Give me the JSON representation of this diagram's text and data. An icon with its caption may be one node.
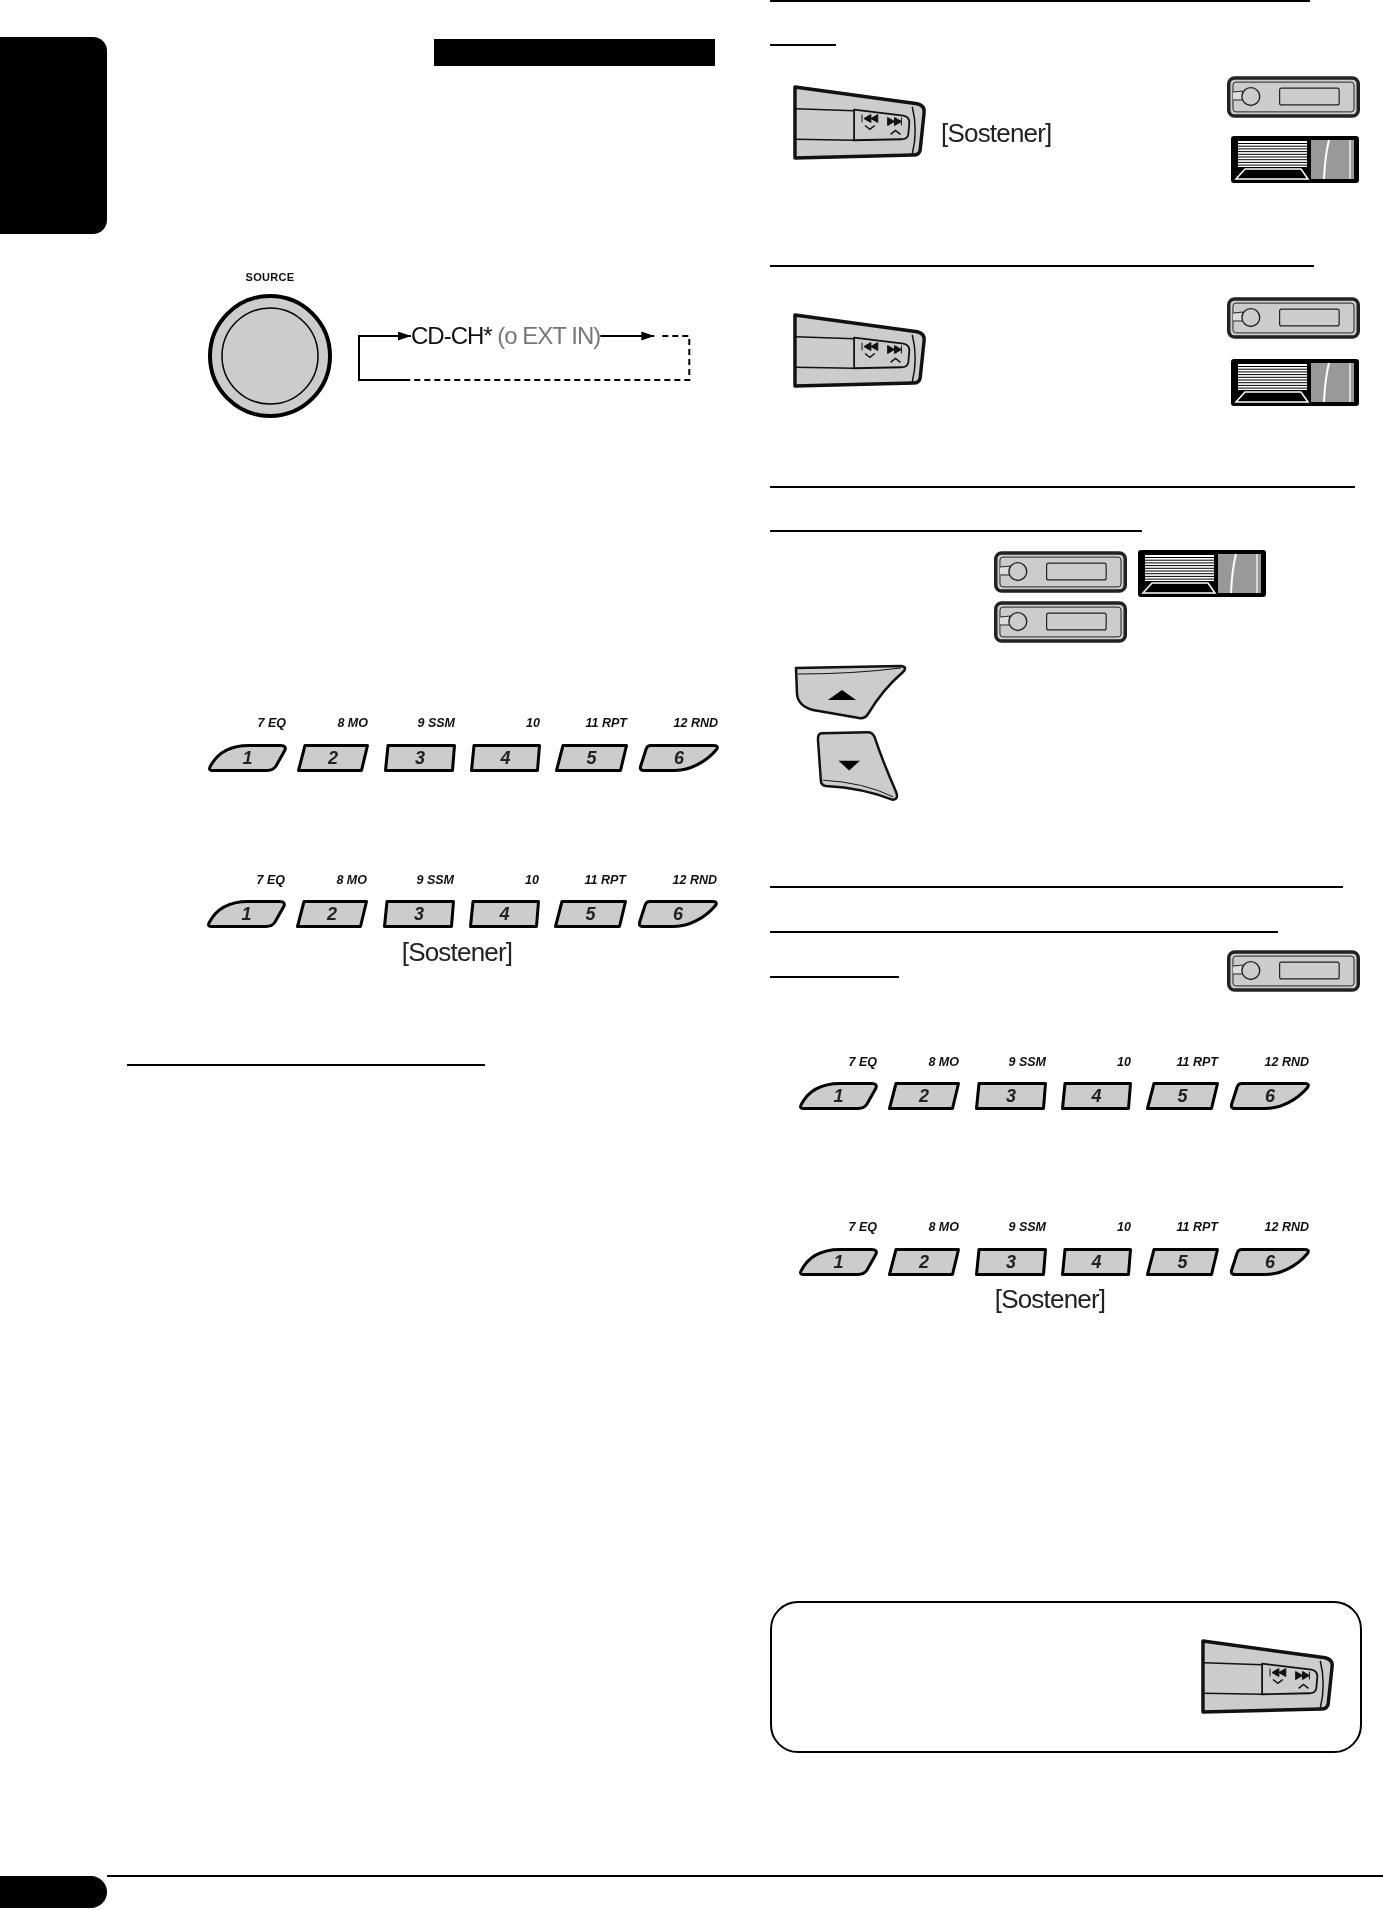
{
  "diagram": {
    "nodes": [
      {
        "text": [],
        "shape": "bar"
      },
      {
        "text": [
          "SOURCE"
        ]
      },
      {
        "text": [
          "CD-CH*",
          "(o EXT IN)"
        ]
      },
      {
        "text": [
          "7 EQ",
          "1"
        ]
      },
      {
        "text": [
          "8 MO",
          "2"
        ]
      },
      {
        "text": [
          "9 SSM",
          "3"
        ]
      },
      {
        "text": [
          "10",
          "4"
        ]
      },
      {
        "text": [
          "11 RPT",
          "5"
        ]
      },
      {
        "text": [
          "12 RND",
          "6"
        ]
      },
      {
        "text": [
          "7 EQ",
          "1"
        ]
      },
      {
        "text": [
          "8 MO",
          "2"
        ]
      },
      {
        "text": [
          "9 SSM",
          "3"
        ]
      },
      {
        "text": [
          "10",
          "4"
        ]
      },
      {
        "text": [
          "11 RPT",
          "5"
        ]
      },
      {
        "text": [
          "12 RND",
          "6"
        ]
      },
      {
        "text": [
          "7 EQ",
          "1"
        ]
      },
      {
        "text": [
          "8 MO",
          "2"
        ]
      },
      {
        "text": [
          "9 SSM",
          "3"
        ]
      },
      {
        "text": [
          "10",
          "4"
        ]
      },
      {
        "text": [
          "11 RPT",
          "5"
        ]
      },
      {
        "text": [
          "12 RND",
          "6"
        ]
      },
      {
        "text": [
          "7 EQ",
          "1"
        ]
      },
      {
        "text": [
          "8 MO",
          "2"
        ]
      },
      {
        "text": [
          "9 SSM",
          "3"
        ]
      },
      {
        "text": [
          "10",
          "4"
        ]
      },
      {
        "text": [
          "11 RPT",
          "5"
        ]
      },
      {
        "text": [
          "12 RND",
          "6"
        ]
      }
    ],
    "edges": [
      {
        "from": 2,
        "to": 2,
        "arrow": "to",
        "style": "dashed"
      }
    ],
    "labels": [
      "[Sostener]",
      "[Sostener]",
      "[Sostener]"
    ]
  }
}
